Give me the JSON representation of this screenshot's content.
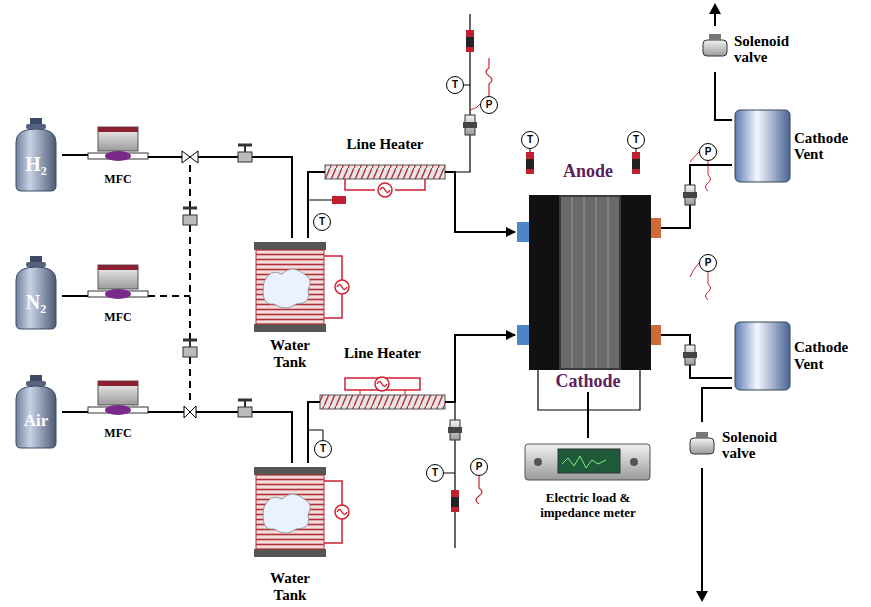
{
  "diagram": {
    "nodes": [
      {
        "text": [
          "H₂"
        ]
      },
      {
        "text": [
          "MFC"
        ]
      },
      {
        "text": [
          "Line Heater"
        ]
      },
      {
        "text": [
          "T"
        ]
      },
      {
        "text": [
          "P"
        ]
      },
      {
        "text": [
          "T"
        ]
      },
      {
        "text": [
          "T"
        ]
      },
      {
        "text": [
          "Anode",
          "Cathode"
        ]
      },
      {
        "text": [
          "Solenoid valve"
        ]
      },
      {
        "text": [
          "Cathode Vent"
        ]
      },
      {
        "text": [
          "P"
        ]
      },
      {
        "text": [
          "T"
        ]
      },
      {
        "text": [
          "Water Tank"
        ]
      },
      {
        "text": [
          "N₂"
        ]
      },
      {
        "text": [
          "MFC"
        ]
      },
      {
        "text": [
          "P"
        ]
      },
      {
        "text": [
          "Cathode Vent"
        ]
      },
      {
        "text": [
          "Air"
        ]
      },
      {
        "text": [
          "MFC"
        ]
      },
      {
        "text": [
          "Line Heater"
        ]
      },
      {
        "text": [
          "T"
        ]
      },
      {
        "text": [
          "Electric load & impedance meter"
        ]
      },
      {
        "text": [
          "Solenoid valve"
        ]
      },
      {
        "text": [
          "T"
        ]
      },
      {
        "text": [
          "P"
        ]
      },
      {
        "text": [
          "Water Tank"
        ]
      }
    ],
    "edges": [
      {
        "from": 0,
        "to": 1,
        "arrow": "none"
      },
      {
        "from": 1,
        "to": 12,
        "arrow": "none"
      },
      {
        "from": 12,
        "to": 2,
        "arrow": "none"
      },
      {
        "from": 2,
        "to": 7,
        "arrow": "to"
      },
      {
        "from": 7,
        "to": 9,
        "arrow": "none"
      },
      {
        "from": 9,
        "to": 8,
        "arrow": "none"
      },
      {
        "from": 13,
        "to": 14,
        "arrow": "none"
      },
      {
        "from": 17,
        "to": 18,
        "arrow": "none"
      },
      {
        "from": 18,
        "to": 25,
        "arrow": "none"
      },
      {
        "from": 25,
        "to": 19,
        "arrow": "none"
      },
      {
        "from": 19,
        "to": 7,
        "arrow": "to"
      },
      {
        "from": 7,
        "to": 16,
        "arrow": "none"
      },
      {
        "from": 16,
        "to": 22,
        "arrow": "none"
      },
      {
        "from": 7,
        "to": 21,
        "arrow": "none"
      }
    ]
  }
}
